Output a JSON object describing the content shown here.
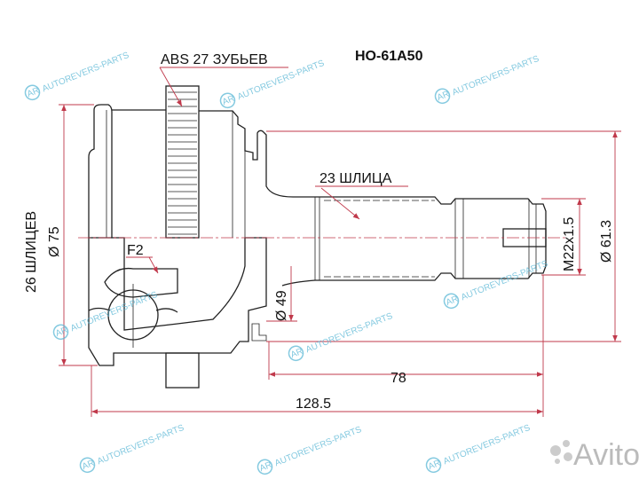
{
  "title": "HO-61A50",
  "labels": {
    "abs": "ABS 27 ЗУБЬЕВ",
    "shaft_splines": "23 ШЛИЦА",
    "inner_splines": "26 ШЛИЦЕВ",
    "outer_dia": "Ø 75",
    "f2": "F2",
    "seal_dia": "Ø 49",
    "thread": "M22x1.5",
    "neck_dia": "Ø 61.3",
    "len_78": "78",
    "len_total": "128.5"
  },
  "watermark": "AUTOREVERS-PARTS",
  "watermark_logo": "AR",
  "avito_logo": "Avito",
  "colors": {
    "dimension": "#c0394b",
    "watermark": "#5cb8d6",
    "line": "#222222"
  }
}
